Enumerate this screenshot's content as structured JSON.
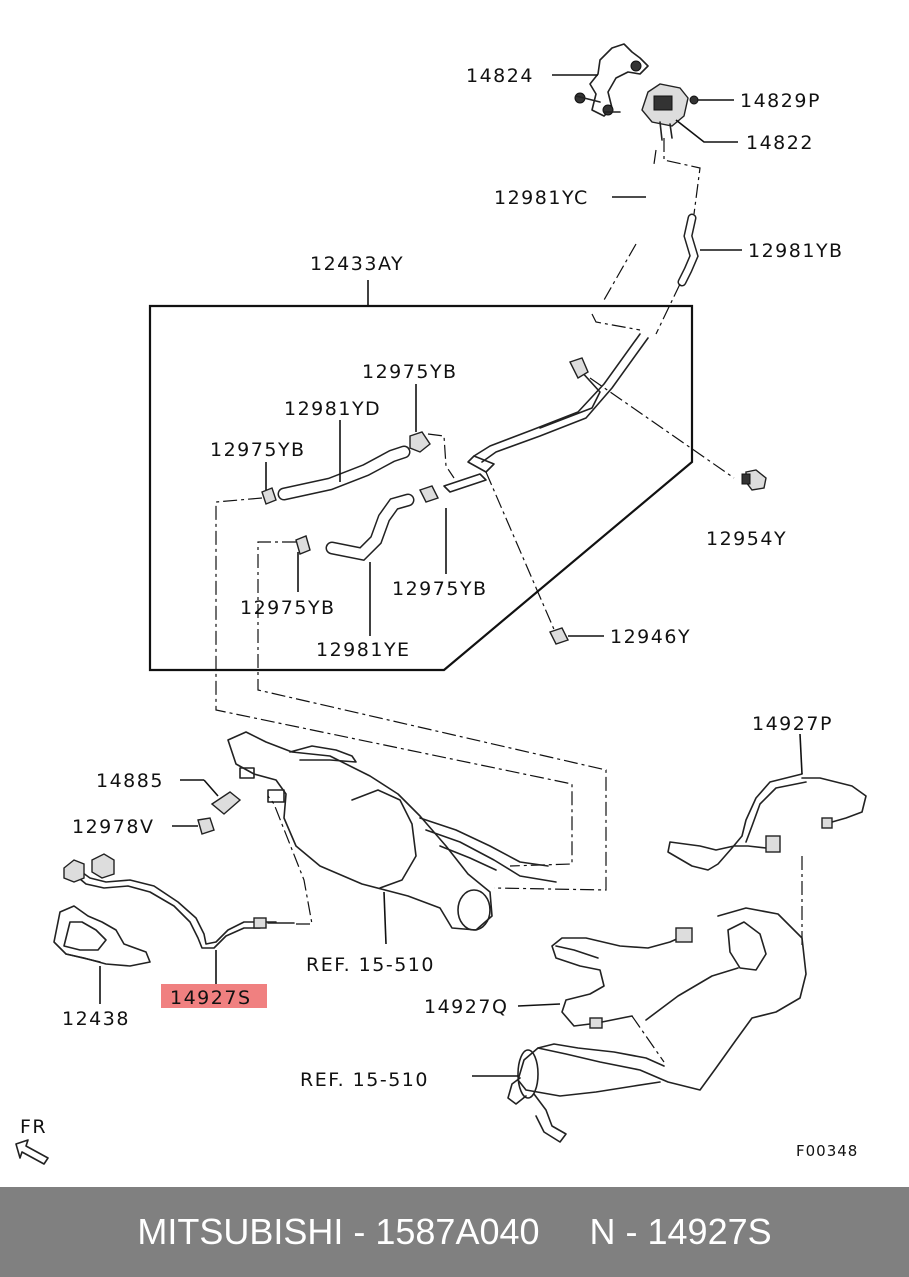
{
  "diagram": {
    "code": "F00348",
    "direction_label": "FR",
    "highlight_color": "#f08080",
    "labels": {
      "p14824": "14824",
      "p14829p": "14829P",
      "p14822": "14822",
      "p12981yc": "12981YC",
      "p12981yb": "12981YB",
      "p12433ay": "12433AY",
      "p12975yb_top": "12975YB",
      "p12981yd": "12981YD",
      "p12975yb_left": "12975YB",
      "p12954y": "12954Y",
      "p12975yb_mid": "12975YB",
      "p12975yb_low": "12975YB",
      "p12981ye": "12981YE",
      "p12946y": "12946Y",
      "p14927p": "14927P",
      "p14885": "14885",
      "p12978v": "12978V",
      "ref_upper": "REF. 15-510",
      "p14927s": "14927S",
      "p12438": "12438",
      "p14927q": "14927Q",
      "ref_lower": "REF. 15-510"
    }
  },
  "footer": {
    "text": "MITSUBISHI - 1587A040     N - 14927S",
    "background": "#808080"
  }
}
